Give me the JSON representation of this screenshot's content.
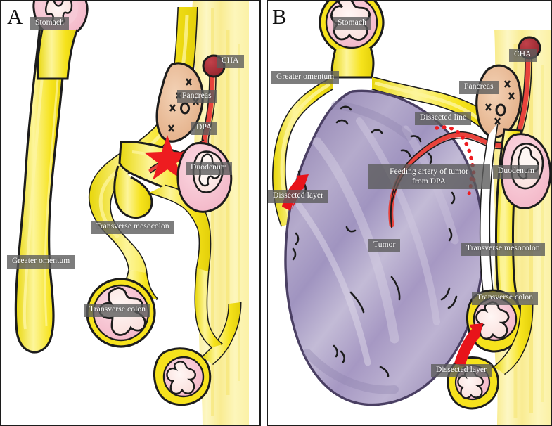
{
  "figure": {
    "type": "medical-illustration",
    "description": "Two-panel schematic comparing normal anatomy (A) with a tumor arising from the transverse mesocolon (B)",
    "panels": [
      {
        "id": "A",
        "letter": "A",
        "labels": [
          {
            "key": "stomach",
            "text": "Stomach"
          },
          {
            "key": "cha",
            "text": "CHA"
          },
          {
            "key": "pancreas",
            "text": "Pancreas"
          },
          {
            "key": "dpa",
            "text": "DPA"
          },
          {
            "key": "duodenum",
            "text": "Duodenum"
          },
          {
            "key": "transverse_mesocolon",
            "text": "Transverse mesocolon"
          },
          {
            "key": "greater_omentum",
            "text": "Greater omentum"
          },
          {
            "key": "transverse_colon",
            "text": "Transverse colon"
          }
        ],
        "markers": [
          {
            "key": "star",
            "type": "red-star",
            "meaning": "tumor origin site"
          }
        ]
      },
      {
        "id": "B",
        "letter": "B",
        "labels": [
          {
            "key": "stomach",
            "text": "Stomach"
          },
          {
            "key": "greater_omentum",
            "text": "Greater omentum"
          },
          {
            "key": "cha",
            "text": "CHA"
          },
          {
            "key": "pancreas",
            "text": "Pancreas"
          },
          {
            "key": "dissected_line",
            "text": "Dissected line"
          },
          {
            "key": "feeding_artery",
            "text": "Feeding artery of tumor from DPA",
            "line1": "Feeding artery of tumor",
            "line2": "from DPA"
          },
          {
            "key": "duodenum",
            "text": "Duodenum"
          },
          {
            "key": "dissected_layer_top",
            "text": "Dissected layer"
          },
          {
            "key": "tumor",
            "text": "Tumor"
          },
          {
            "key": "transverse_mesocolon",
            "text": "Transverse mesocolon"
          },
          {
            "key": "transverse_colon",
            "text": "Transverse colon"
          },
          {
            "key": "dissected_layer_bot",
            "text": "Dissected layer"
          }
        ],
        "markers": [
          {
            "key": "arrow-upper",
            "type": "red-arrow",
            "meaning": "dissected layer plane, upper"
          },
          {
            "key": "arrow-lower",
            "type": "red-arrow",
            "meaning": "dissected layer plane, lower"
          },
          {
            "key": "dotted-line",
            "type": "red-dotted-line",
            "meaning": "dissected line"
          }
        ]
      }
    ]
  },
  "colors": {
    "outline": "#1c1c1c",
    "omentum_yellow": "#f5e11e",
    "omentum_yellow_pale": "#fbf3a0",
    "retroperitoneum": "#fbf0a8",
    "mucosa_pink": "#f6c3d0",
    "lumen_pink": "#fae3e5",
    "pancreas_tan": "#eab894",
    "artery_red": "#e8403a",
    "cha_dark_red": "#9e2b33",
    "tumor_purple": "#aa9ec3",
    "tumor_outline": "#4a3f63",
    "star_red": "#ee1c20",
    "arrow_red": "#e8131a",
    "label_bg": "#5c5c5c",
    "label_text": "#ffffff"
  }
}
